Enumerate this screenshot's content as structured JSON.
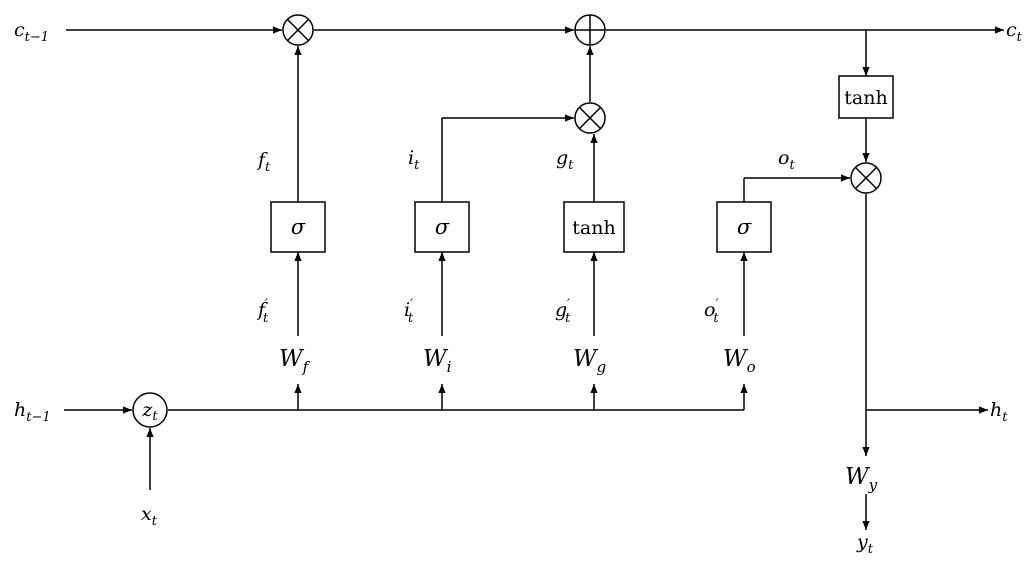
{
  "inputs": {
    "c_prev": {
      "base": "c",
      "sub": "t−1"
    },
    "h_prev": {
      "base": "h",
      "sub": "t−1"
    },
    "x": {
      "base": "x",
      "sub": "t"
    },
    "z": {
      "base": "z",
      "sub": "t"
    }
  },
  "outputs": {
    "c": {
      "base": "c",
      "sub": "t"
    },
    "h": {
      "base": "h",
      "sub": "t"
    },
    "y": {
      "base": "y",
      "sub": "t"
    }
  },
  "weights": {
    "f": {
      "base": "W",
      "sub": "f"
    },
    "i": {
      "base": "W",
      "sub": "i"
    },
    "g": {
      "base": "W",
      "sub": "g"
    },
    "o": {
      "base": "W",
      "sub": "o"
    },
    "y": {
      "base": "W",
      "sub": "y"
    }
  },
  "pre_activations": {
    "f": {
      "base": "f",
      "sub": "t",
      "sup": "′"
    },
    "i": {
      "base": "i",
      "sub": "t",
      "sup": "′"
    },
    "g": {
      "base": "g",
      "sub": "t",
      "sup": "′"
    },
    "o": {
      "base": "o",
      "sub": "t",
      "sup": "′"
    }
  },
  "gates": {
    "f": {
      "base": "f",
      "sub": "t"
    },
    "i": {
      "base": "i",
      "sub": "t"
    },
    "g": {
      "base": "g",
      "sub": "t"
    },
    "o": {
      "base": "o",
      "sub": "t"
    }
  },
  "functions": {
    "sigmoid": "σ",
    "tanh": "tanh"
  }
}
